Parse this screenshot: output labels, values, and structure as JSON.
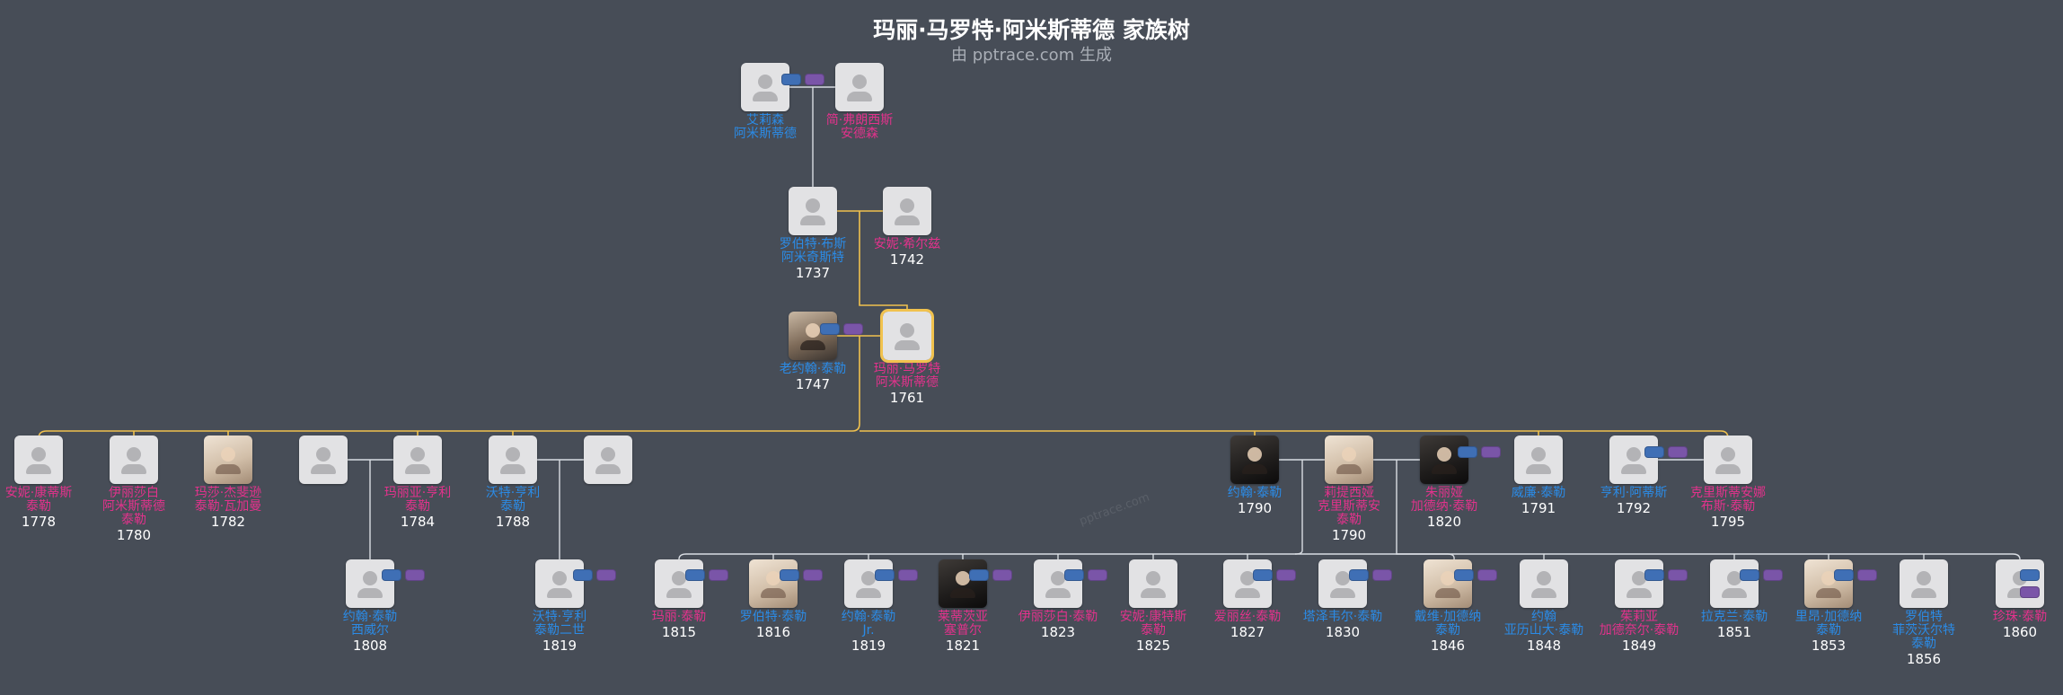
{
  "title": "玛丽·马罗特·阿米斯蒂德 家族树",
  "subtitle": "由 pptrace.com 生成",
  "colors": {
    "background": "#474d57",
    "male": "#2b8be6",
    "female": "#e3328c",
    "main_line": "#f1c24e",
    "line": "#d9dde3"
  },
  "people": [
    {
      "name": "艾莉森\n阿米斯蒂德",
      "gender": "male",
      "year": ""
    },
    {
      "name": "简·弗朗西斯\n安德森",
      "gender": "female",
      "year": ""
    },
    {
      "name": "罗伯特·布斯\n阿米奇斯特",
      "gender": "male",
      "year": "1737"
    },
    {
      "name": "安妮·希尔兹",
      "gender": "female",
      "year": "1742"
    },
    {
      "name": "老约翰·泰勒",
      "gender": "male",
      "year": "1747"
    },
    {
      "name": "玛丽·马罗特\n阿米斯蒂德",
      "gender": "female",
      "year": "1761"
    },
    {
      "name": "安妮·康蒂斯\n泰勒",
      "gender": "female",
      "year": "1778"
    },
    {
      "name": "伊丽莎白\n阿米斯蒂德\n泰勒",
      "gender": "female",
      "year": "1780"
    },
    {
      "name": "玛莎·杰斐逊\n泰勒·瓦加曼",
      "gender": "female",
      "year": "1782"
    },
    {
      "name": "",
      "gender": "male",
      "year": ""
    },
    {
      "name": "玛丽亚·亨利\n泰勒",
      "gender": "female",
      "year": "1784"
    },
    {
      "name": "沃特·亨利\n泰勒",
      "gender": "male",
      "year": "1788"
    },
    {
      "name": "",
      "gender": "female",
      "year": ""
    },
    {
      "name": "约翰·泰勒",
      "gender": "male",
      "year": "1790"
    },
    {
      "name": "莉提西娅\n克里斯蒂安\n泰勒",
      "gender": "female",
      "year": "1790"
    },
    {
      "name": "朱丽娅\n加德纳·泰勒",
      "gender": "female",
      "year": "1820"
    },
    {
      "name": "威廉·泰勒",
      "gender": "male",
      "year": "1791"
    },
    {
      "name": "亨利·阿蒂斯",
      "gender": "male",
      "year": "1792"
    },
    {
      "name": "克里斯蒂安娜\n布斯·泰勒",
      "gender": "female",
      "year": "1795"
    },
    {
      "name": "约翰·泰勒\n西威尔",
      "gender": "male",
      "year": "1808"
    },
    {
      "name": "沃特·亨利\n泰勒二世",
      "gender": "male",
      "year": "1819"
    },
    {
      "name": "玛丽·泰勒",
      "gender": "female",
      "year": "1815"
    },
    {
      "name": "罗伯特·泰勒",
      "gender": "male",
      "year": "1816"
    },
    {
      "name": "约翰·泰勒\nJr.",
      "gender": "male",
      "year": "1819"
    },
    {
      "name": "莱蒂茨亚\n塞普尔",
      "gender": "female",
      "year": "1821"
    },
    {
      "name": "伊丽莎白·泰勒",
      "gender": "female",
      "year": "1823"
    },
    {
      "name": "安妮·康特斯\n泰勒",
      "gender": "female",
      "year": "1825"
    },
    {
      "name": "爱丽丝·泰勒",
      "gender": "female",
      "year": "1827"
    },
    {
      "name": "塔泽韦尔·泰勒",
      "gender": "male",
      "year": "1830"
    },
    {
      "name": "戴维·加德纳\n泰勒",
      "gender": "male",
      "year": "1846"
    },
    {
      "name": "约翰\n亚历山大·泰勒",
      "gender": "male",
      "year": "1848"
    },
    {
      "name": "茱莉亚\n加德奈尔·泰勒",
      "gender": "female",
      "year": "1849"
    },
    {
      "name": "拉克兰·泰勒",
      "gender": "male",
      "year": "1851"
    },
    {
      "name": "里昂·加德纳\n泰勒",
      "gender": "male",
      "year": "1853"
    },
    {
      "name": "罗伯特\n菲茨沃尔特\n泰勒",
      "gender": "male",
      "year": "1856"
    },
    {
      "name": "珍珠·泰勒",
      "gender": "female",
      "year": "1860"
    }
  ]
}
